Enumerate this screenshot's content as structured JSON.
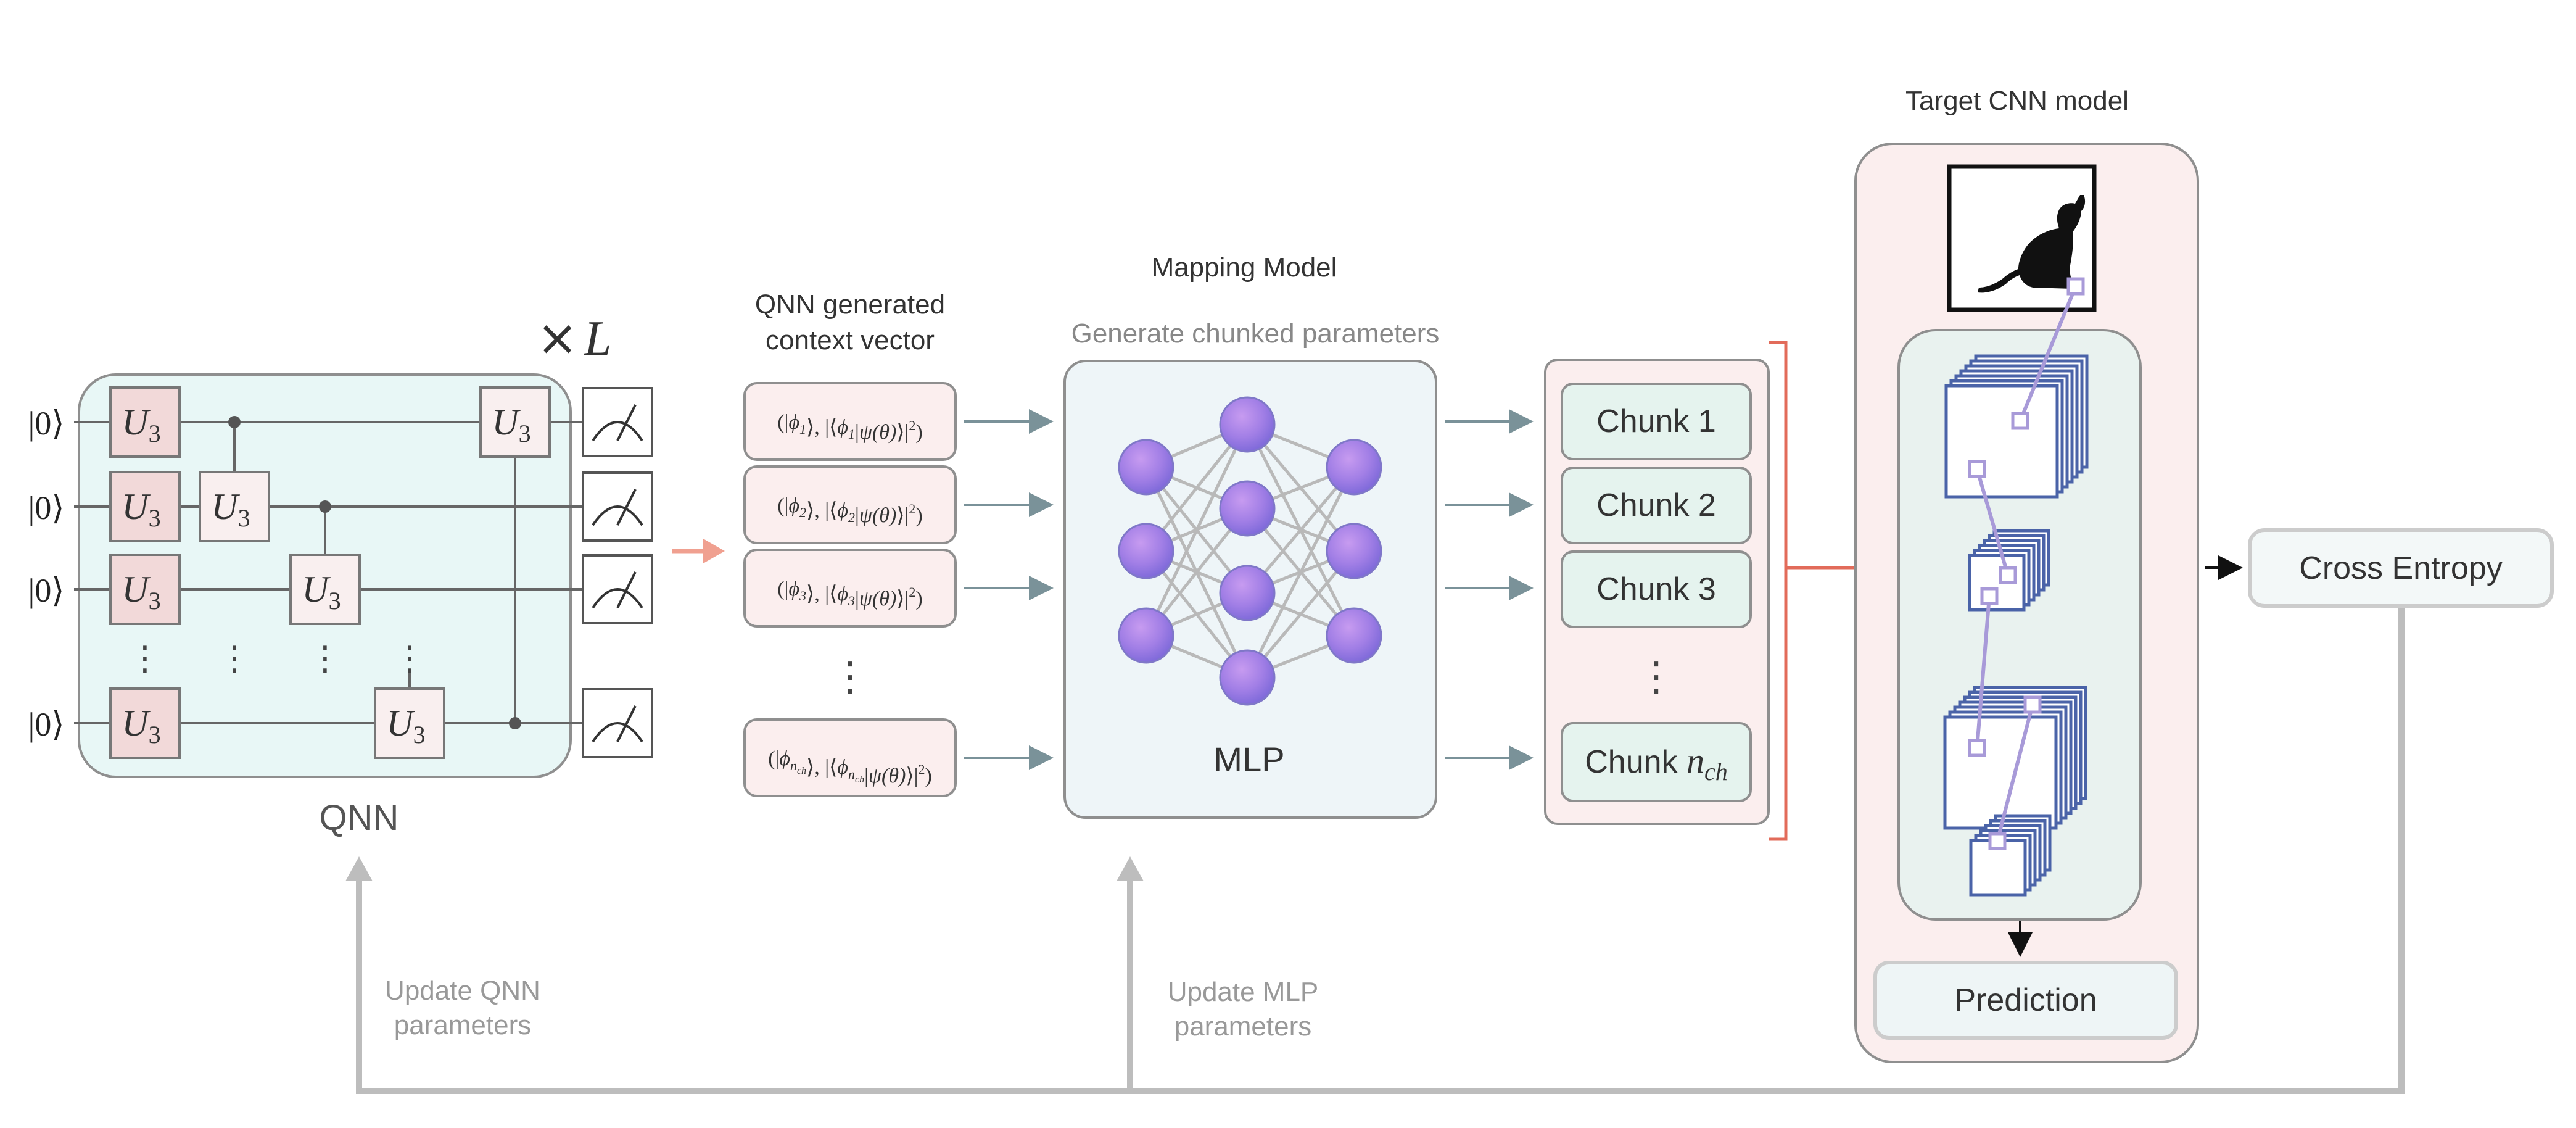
{
  "qnn": {
    "ket": "|0⟩",
    "gate_letter": "U",
    "gate_sub": "3",
    "dots": "⋮",
    "repeat_times": "×",
    "repeat_var": "L",
    "label": "QNN"
  },
  "context": {
    "title_line1": "QNN generated",
    "title_line2": "context vector",
    "dots": "⋮",
    "entries": [
      {
        "sub": "1"
      },
      {
        "sub": "2"
      },
      {
        "sub": "3"
      },
      {
        "sub": "n",
        "subsub": "ch"
      }
    ]
  },
  "mapping": {
    "title": "Mapping Model",
    "subtitle": "Generate chunked parameters",
    "mlp_label": "MLP"
  },
  "chunks": {
    "items": [
      "Chunk 1",
      "Chunk 2",
      "Chunk 3"
    ],
    "last_prefix": "Chunk ",
    "last_var": "n",
    "last_sub": "ch",
    "dots": "⋮"
  },
  "cnn": {
    "title": "Target CNN model",
    "prediction": "Prediction"
  },
  "loss": {
    "label": "Cross Entropy"
  },
  "feedback": {
    "qnn_line1": "Update QNN",
    "qnn_line2": "parameters",
    "mlp_line1": "Update MLP",
    "mlp_line2": "parameters"
  },
  "colors": {
    "qnn_bg": "#e8f7f6",
    "gate_pink": "#f2d9d9",
    "gate_light": "#f9efef",
    "context_bg": "#fbeeee",
    "mlp_bg": "#eef5f8",
    "node_purple": "#a97fe6",
    "chunk_bg": "#e5f3ee",
    "chunk_group_bg": "#fbeeee",
    "cnn_bg": "#fbeeee",
    "cnn_inner_bg": "#e9f2ef",
    "red_accent": "#e26b5a",
    "orange_arrow": "#f0a090",
    "feedback_gray": "#bdbdbd",
    "layer_blue": "#4a63a8"
  }
}
